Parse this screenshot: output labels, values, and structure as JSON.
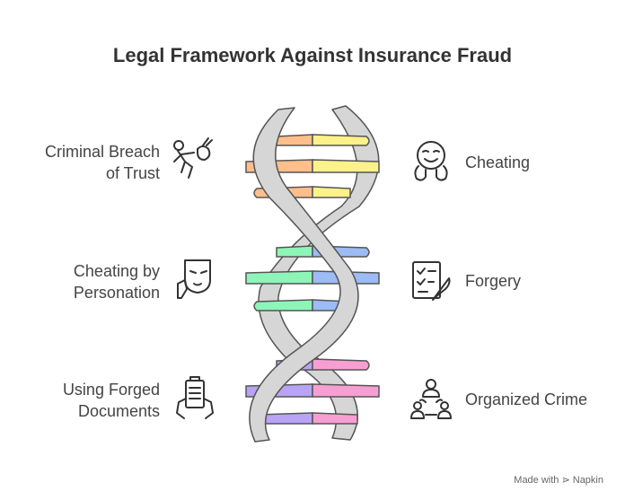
{
  "title": "Legal Framework Against Insurance Fraud",
  "left_items": [
    {
      "line1": "Criminal Breach",
      "line2": "of Trust",
      "icon": "thief-running-icon"
    },
    {
      "line1": "Cheating by",
      "line2": "Personation",
      "icon": "mask-icon"
    },
    {
      "line1": "Using Forged",
      "line2": "Documents",
      "icon": "document-hands-icon"
    }
  ],
  "right_items": [
    {
      "label": "Cheating",
      "icon": "sly-face-icon"
    },
    {
      "label": "Forgery",
      "icon": "checklist-quill-icon"
    },
    {
      "label": "Organized Crime",
      "icon": "network-people-icon"
    }
  ],
  "colors": {
    "orange": "#FFBE8A",
    "yellow": "#FDF18A",
    "green": "#8EF5B8",
    "blue": "#9DBBF5",
    "purple": "#B9A3F7",
    "pink": "#F79FD3",
    "strand": "#D6D6D6",
    "outline": "#555555"
  },
  "footer": "Made with ⋗ Napkin"
}
